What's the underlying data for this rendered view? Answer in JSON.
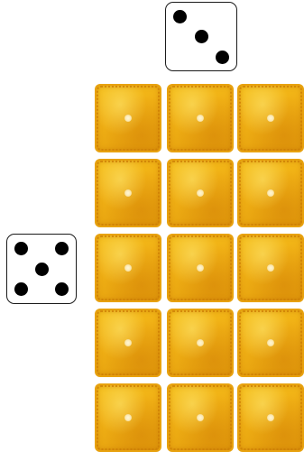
{
  "dice": [
    {
      "name": "die-top",
      "value": 3
    },
    {
      "name": "die-left",
      "value": 5
    }
  ],
  "cracker_grid": {
    "rows": 5,
    "columns": 3,
    "total": 15,
    "item": "cheese cracker"
  },
  "colors": {
    "cracker": "#f0b015",
    "pip": "#000000",
    "die_face": "#ffffff"
  }
}
